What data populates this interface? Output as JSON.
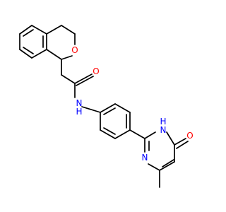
{
  "molecule": {
    "atoms": [
      {
        "id": "O_ether",
        "label": "O",
        "color": "#ff0000"
      },
      {
        "id": "O_amide",
        "label": "O",
        "color": "#ff0000"
      },
      {
        "id": "N_amide",
        "label": "N",
        "sub": "H",
        "color": "#0000ff"
      },
      {
        "id": "N_pyr_h",
        "label": "N",
        "sub": "H",
        "color": "#0000ff"
      },
      {
        "id": "N_pyr",
        "label": "N",
        "color": "#0000ff"
      },
      {
        "id": "O_keto",
        "label": "O",
        "color": "#ff0000"
      }
    ]
  }
}
